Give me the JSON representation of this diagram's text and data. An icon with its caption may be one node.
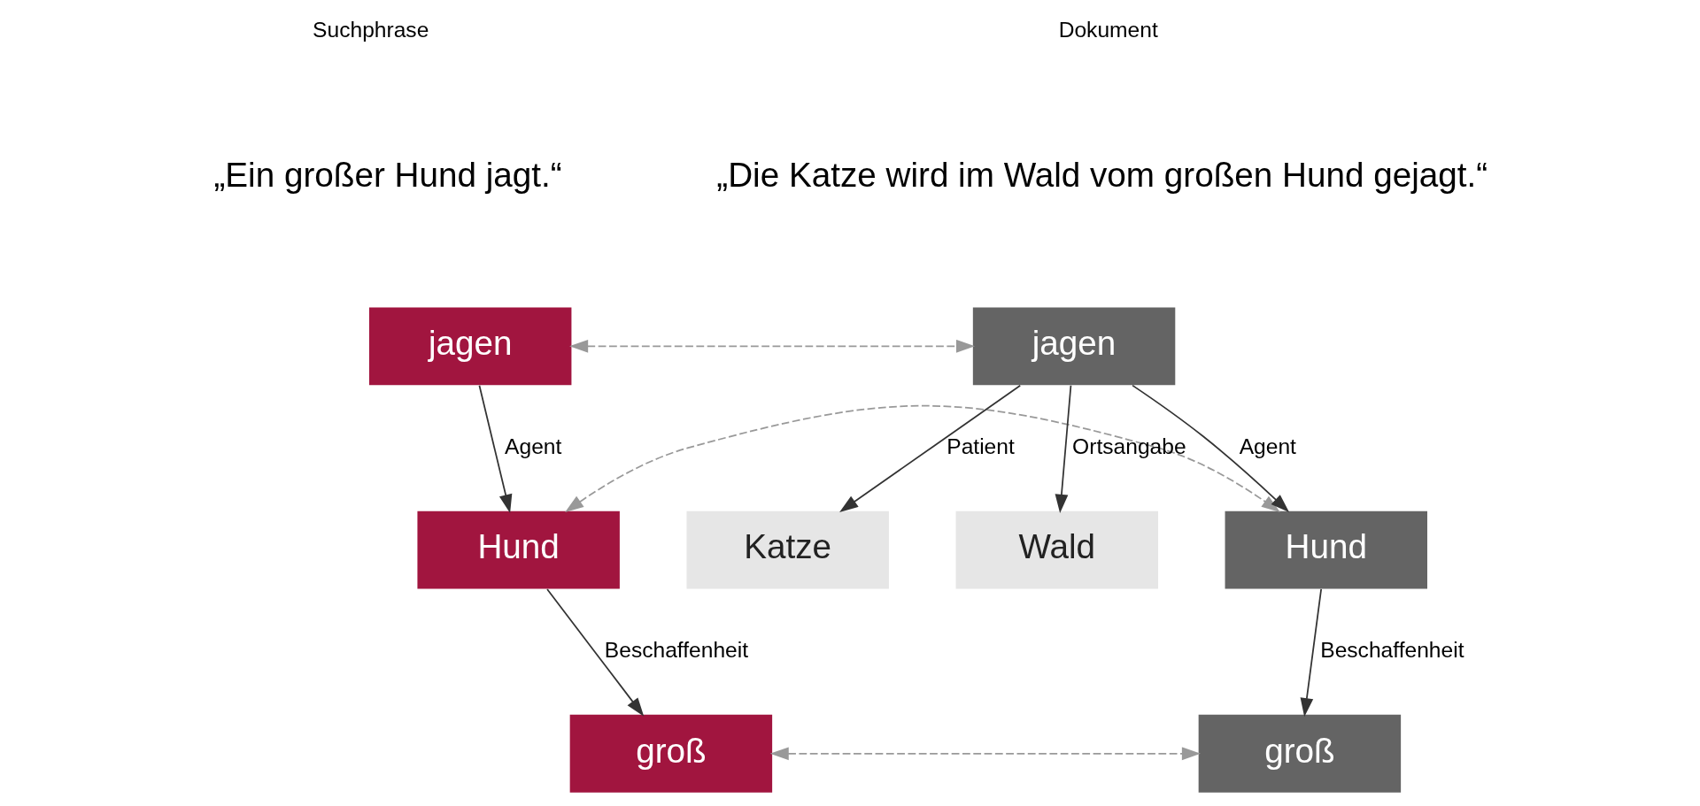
{
  "diagram": {
    "nodes": [
      {
        "text": [
          "jagen"
        ]
      },
      {
        "text": [
          "Hund"
        ]
      },
      {
        "text": [
          "groß"
        ]
      },
      {
        "text": [
          "jagen"
        ]
      },
      {
        "text": [
          "Hund"
        ]
      },
      {
        "text": [
          "Katze"
        ]
      },
      {
        "text": [
          "Wald"
        ]
      },
      {
        "text": [
          "groß"
        ]
      }
    ],
    "edges": [
      {
        "from": 0,
        "to": 3,
        "arrow": "both",
        "style": "dashed",
        "color": "#999999"
      },
      {
        "from": 0,
        "to": 1,
        "arrow": "to",
        "label": "Agent"
      },
      {
        "from": 3,
        "to": 4,
        "arrow": "to",
        "label": "Agent"
      },
      {
        "from": 3,
        "to": 5,
        "arrow": "to",
        "label": "Patient"
      },
      {
        "from": 3,
        "to": 6,
        "arrow": "to",
        "label": "Ortsangabe"
      },
      {
        "from": 1,
        "to": 4,
        "arrow": "both",
        "style": "dashed",
        "color": "#999999"
      },
      {
        "from": 1,
        "to": 2,
        "arrow": "to",
        "label": "Beschaffenheit"
      },
      {
        "from": 4,
        "to": 7,
        "arrow": "to",
        "label": "Beschaffenheit"
      },
      {
        "from": 2,
        "to": 7,
        "arrow": "both",
        "style": "dashed",
        "color": "#999999"
      }
    ],
    "labels": [
      "Suchphrase",
      "„Ein großer Hund jagt.“",
      "Dokument",
      "„Die Katze wird im Wald vom großen Hund gejagt.“"
    ]
  }
}
